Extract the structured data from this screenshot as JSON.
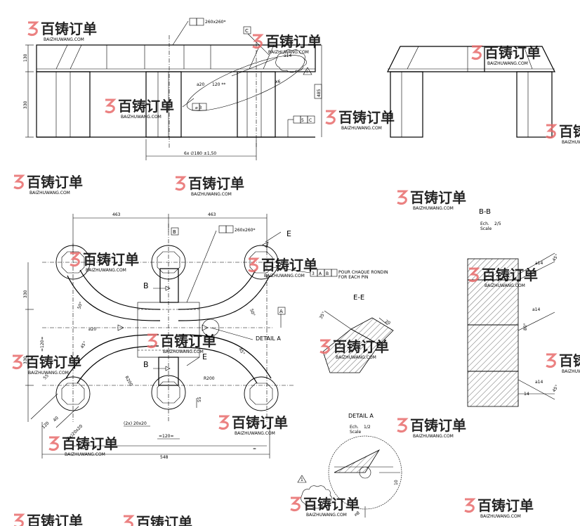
{
  "watermark": {
    "brand": "百铸订单",
    "url": "BAIZHUWANG.COM",
    "logo_icon": "baizhu-logo-icon",
    "color": "#ea8c8c"
  },
  "front_view": {
    "flatness_note": "260x260*",
    "datum_c": "C",
    "dim_130": "130",
    "dim_330": "330",
    "dim_485": "485",
    "bolt_circle": "6x ∅180 ±1,50",
    "weld_size": "a20",
    "weld_len": "120 **",
    "times": "x6",
    "weld_fillet": "a14",
    "position_tol": "⌀ 3",
    "fcf_val": "5",
    "fcf_datum": "C"
  },
  "plan_view": {
    "dim_463_left": "463",
    "dim_463_right": "463",
    "datum_b_top": "B",
    "flatness_note": "260x260*",
    "section_e": "E",
    "fcf_note_line1": "POUR CHAQUE RONDIN",
    "fcf_note_line2": "FOR EACH PIN",
    "fcf_cells": [
      "3",
      "A",
      "B"
    ],
    "dim_330": "330",
    "dim_330_lower": "330",
    "section_b": "B",
    "datum_a": "A",
    "angle_50_left": "50°",
    "angle_50_right": "50°",
    "radius_20": "⌀20",
    "detail_a": "DETAIL A",
    "eq_120_vertical": "=120=",
    "angle_45": "45°",
    "r200_left": "R200",
    "r200_right": "R200",
    "dim_55": "55",
    "dim_55_right": "55",
    "dim_120": "120",
    "chamfer_note": "(2x) 20x20",
    "chamfer_2x": "(2x)20x20",
    "eq_120_horizontal": "=120=",
    "eq_left": "=",
    "eq_right": "=",
    "dim_548": "548",
    "dim_40": "40"
  },
  "section_ee": {
    "title": "E-E",
    "angle": "35°",
    "dim": "20"
  },
  "section_bb": {
    "title": "B-B",
    "ech_label": "Ech.",
    "scale_label": "Scale",
    "scale": "2/5",
    "weld_top": "a14",
    "angle_top": "45°",
    "weld_mid": "a14",
    "angle_mid": "80°",
    "weld_bot": "a14",
    "angle_bot": "45°",
    "dim_14": "14"
  },
  "detail_a": {
    "title": "DETAIL A",
    "ech_label": "Ech.",
    "scale_label": "Scale",
    "scale": "1/2",
    "dim_10": "10",
    "dim_r": "⌀8",
    "warning": "1"
  }
}
